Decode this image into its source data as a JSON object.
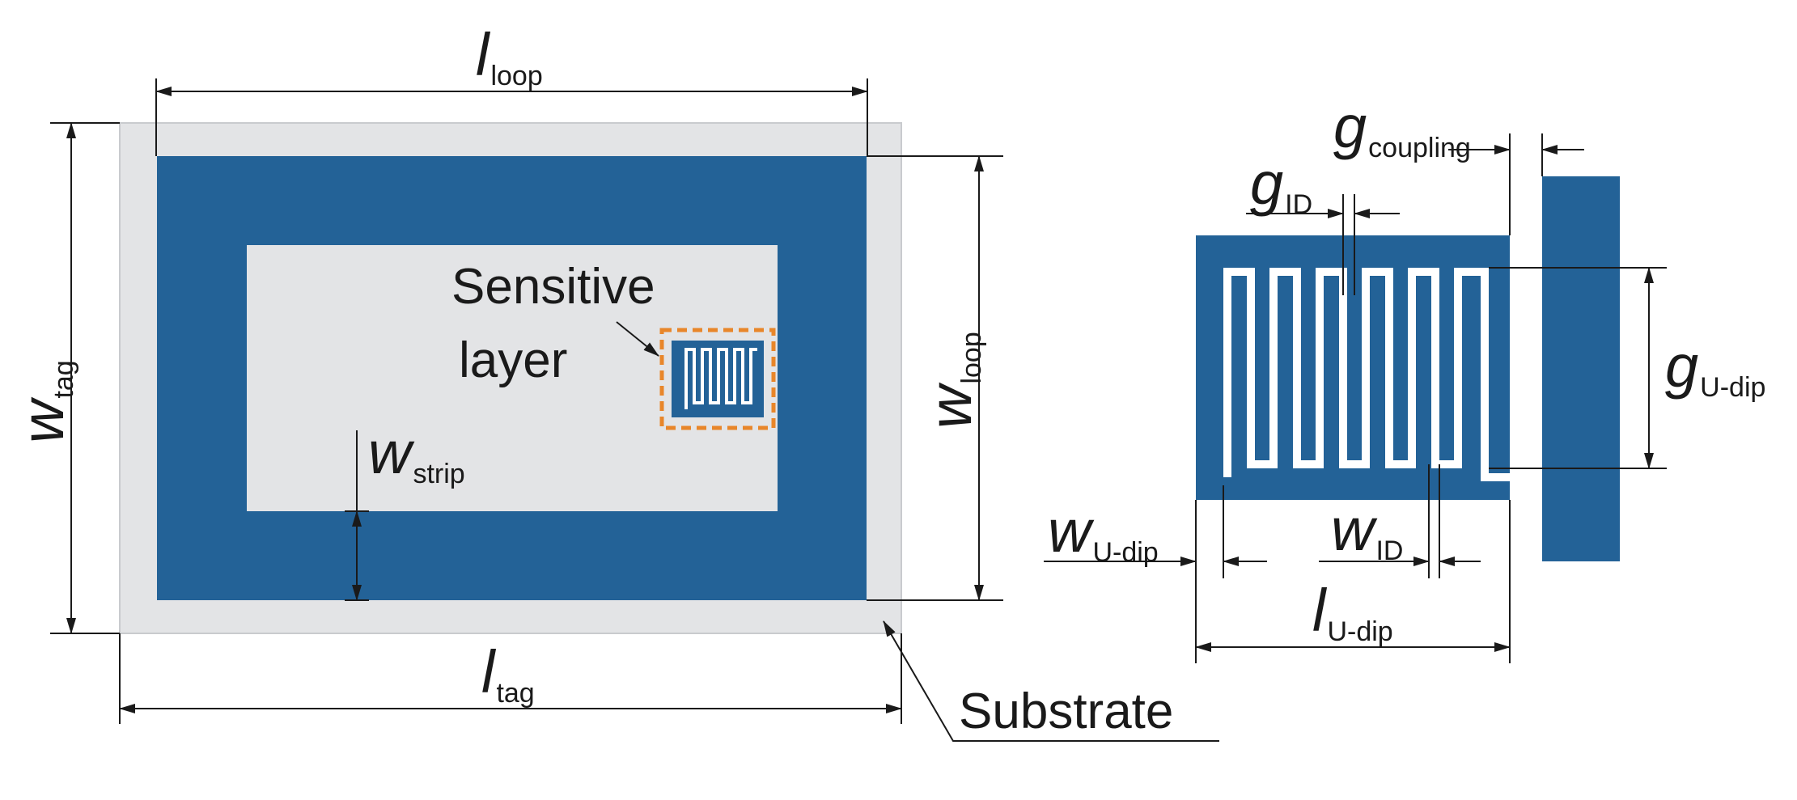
{
  "colors": {
    "metal": "#236297",
    "substrate": "#e3e4e6",
    "sensitive_outline": "#e8862a",
    "line": "#1a1a1a"
  },
  "labels": {
    "l_loop": {
      "main": "l",
      "sub": "loop"
    },
    "w_tag": {
      "main": "w",
      "sub": "tag"
    },
    "w_loop": {
      "main": "w",
      "sub": "loop"
    },
    "w_strip": {
      "main": "w",
      "sub": "strip"
    },
    "l_tag": {
      "main": "l",
      "sub": "tag"
    },
    "sensitive_line1": "Sensitive",
    "sensitive_line2": "layer",
    "substrate": "Substrate",
    "g_coupling": {
      "main": "g",
      "sub": "coupling"
    },
    "g_id": {
      "main": "g",
      "sub": "ID"
    },
    "g_udip": {
      "main": "g",
      "sub": "U-dip"
    },
    "w_udip": {
      "main": "w",
      "sub": "U-dip"
    },
    "w_id": {
      "main": "w",
      "sub": "ID"
    },
    "l_udip": {
      "main": "l",
      "sub": "U-dip"
    }
  }
}
